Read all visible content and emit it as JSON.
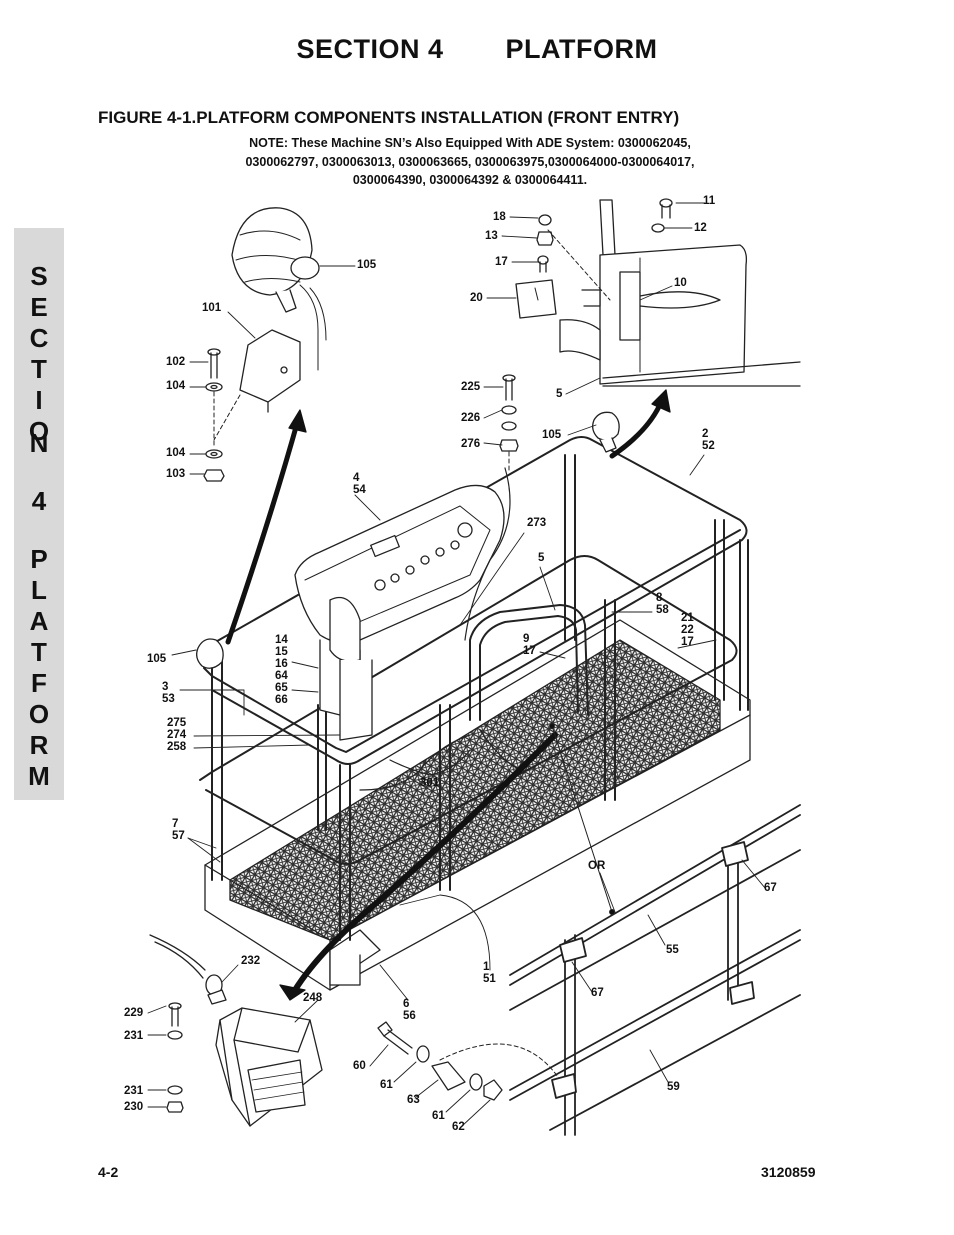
{
  "header": {
    "section": "SECTION 4",
    "title": "PLATFORM"
  },
  "figure": {
    "title": "FIGURE 4-1.PLATFORM COMPONENTS INSTALLATION (FRONT ENTRY)",
    "note_lines": [
      "NOTE:  These Machine SN’s Also Equipped With ADE System:  0300062045,",
      "0300062797, 0300063013, 0300063665, 0300063975,0300064000-0300064017,",
      "0300064390, 0300064392 & 0300064411."
    ]
  },
  "side_tab": [
    "S",
    "E",
    "C",
    "T",
    "I",
    "O",
    "N",
    "",
    "4",
    "",
    "P",
    "L",
    "A",
    "T",
    "F",
    "O",
    "R",
    "M"
  ],
  "callouts": {
    "c105a": "105",
    "c101": "101",
    "c102": "102",
    "c104a": "104",
    "c104b": "104",
    "c103": "103",
    "c18": "18",
    "c13": "13",
    "c17a": "17",
    "c20": "20",
    "c11": "11",
    "c12": "12",
    "c10": "10",
    "c5a": "5",
    "c225": "225",
    "c226": "226",
    "c276": "276",
    "c105b": "105",
    "c2_52": "2\n52",
    "c4_54": "4\n54",
    "c273": "273",
    "c5b": "5",
    "c8_58": "8\n58",
    "c21_22_17": "21\n22\n17",
    "c9_17": "9\n17",
    "c14_66": "14\n15\n16\n64\n65\n66",
    "c105c": "105",
    "c3_53": "3\n53",
    "c275_258": "275\n274\n258",
    "c301": "301",
    "c7_57": "7\n57",
    "cOR": "OR",
    "c67a": "67",
    "c55": "55",
    "c67b": "67",
    "c59": "59",
    "c232": "232",
    "c248": "248",
    "c1_51": "1\n51",
    "c6_56": "6\n56",
    "c229": "229",
    "c231a": "231",
    "c231b": "231",
    "c230": "230",
    "c60": "60",
    "c61a": "61",
    "c63": "63",
    "c61b": "61",
    "c62": "62"
  },
  "footer": {
    "page": "4-2",
    "doc_number": "3120859"
  }
}
